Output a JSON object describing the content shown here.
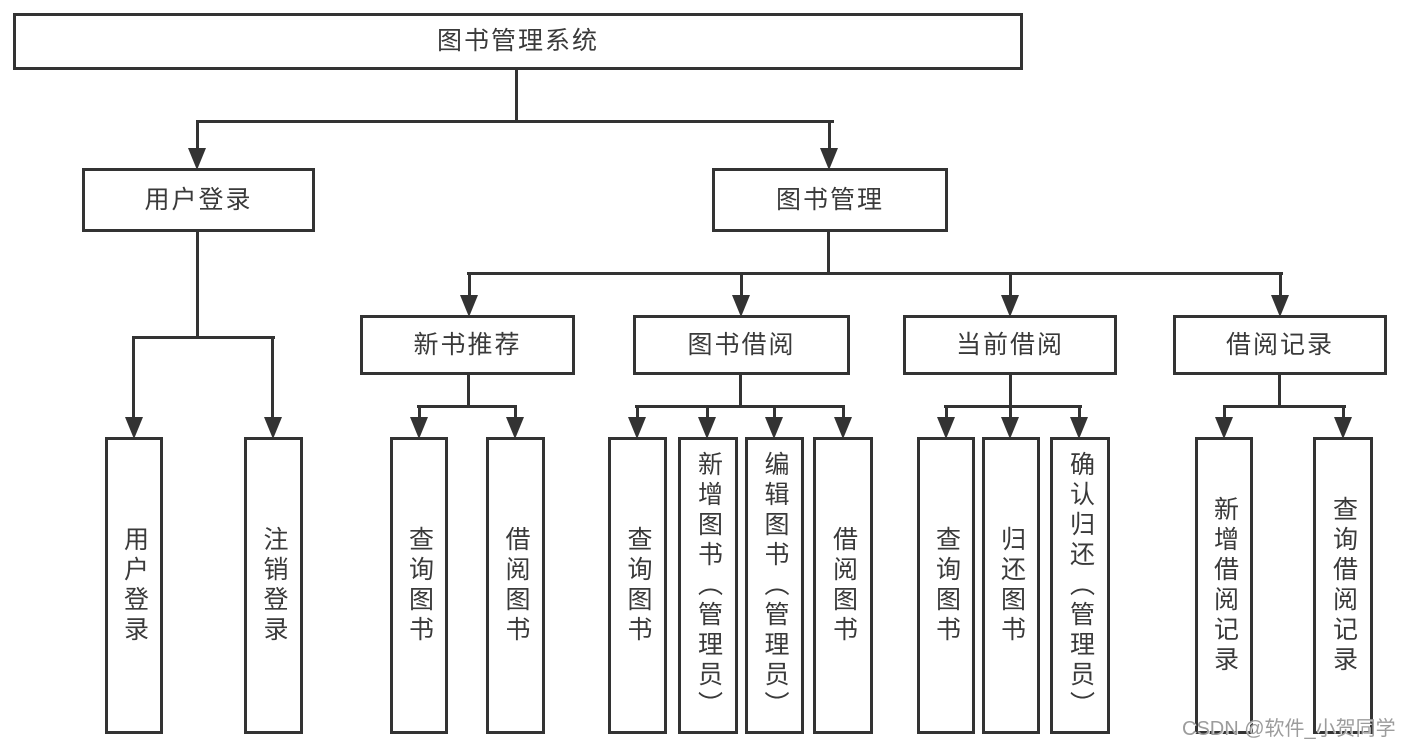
{
  "diagram": {
    "root": {
      "label": "图书管理系统"
    },
    "branches": [
      {
        "label": "用户登录",
        "children": [
          {
            "label": "用户登录"
          },
          {
            "label": "注销登录"
          }
        ]
      },
      {
        "label": "图书管理",
        "children": [
          {
            "label": "新书推荐",
            "children": [
              {
                "label": "查询图书"
              },
              {
                "label": "借阅图书"
              }
            ]
          },
          {
            "label": "图书借阅",
            "children": [
              {
                "label": "查询图书"
              },
              {
                "label": "新增图书（管理员）"
              },
              {
                "label": "编辑图书（管理员）"
              },
              {
                "label": "借阅图书"
              }
            ]
          },
          {
            "label": "当前借阅",
            "children": [
              {
                "label": "查询图书"
              },
              {
                "label": "归还图书"
              },
              {
                "label": "确认归还（管理员）"
              }
            ]
          },
          {
            "label": "借阅记录",
            "children": [
              {
                "label": "新增借阅记录"
              },
              {
                "label": "查询借阅记录"
              }
            ]
          }
        ]
      }
    ]
  },
  "watermark": {
    "text": "CSDN @软件_小贺同学"
  },
  "colors": {
    "line": "#333333",
    "text": "#3a3a3a",
    "watermark": "#9c9c9c",
    "background": "#ffffff"
  }
}
